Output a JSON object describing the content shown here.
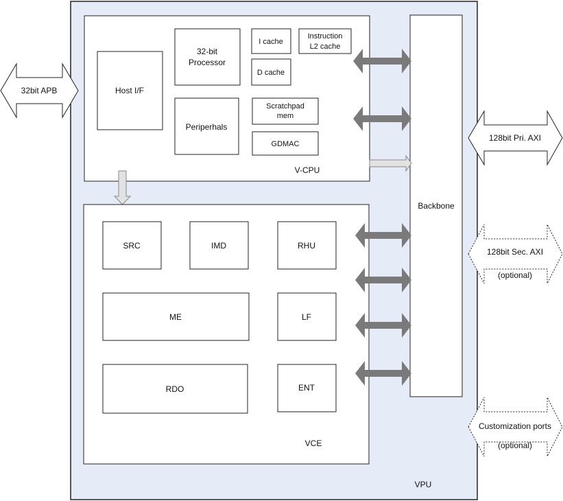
{
  "diagram": {
    "vpu": {
      "label": "VPU"
    },
    "vcpu": {
      "label": "V-CPU",
      "host_if": "Host I/F",
      "processor": [
        "32-bit",
        "Processor"
      ],
      "peripherals": "Periperhals",
      "icache": "I cache",
      "dcache": "D cache",
      "instruction_l2": [
        "Instruction",
        "L2 cache"
      ],
      "scratchpad": [
        "Scratchpad",
        "mem"
      ],
      "gdmac": "GDMAC"
    },
    "vce": {
      "label": "VCE",
      "src": "SRC",
      "imd": "IMD",
      "rhu": "RHU",
      "me": "ME",
      "lf": "LF",
      "rdo": "RDO",
      "ent": "ENT"
    },
    "backbone": "Backbone",
    "ports": {
      "apb": "32bit APB",
      "pri_axi": "128bit Pri. AXI",
      "sec_axi": "128bit Sec. AXI",
      "sec_axi_note": "(optional)",
      "custom": "Customization ports",
      "custom_note": "(optional)"
    }
  }
}
